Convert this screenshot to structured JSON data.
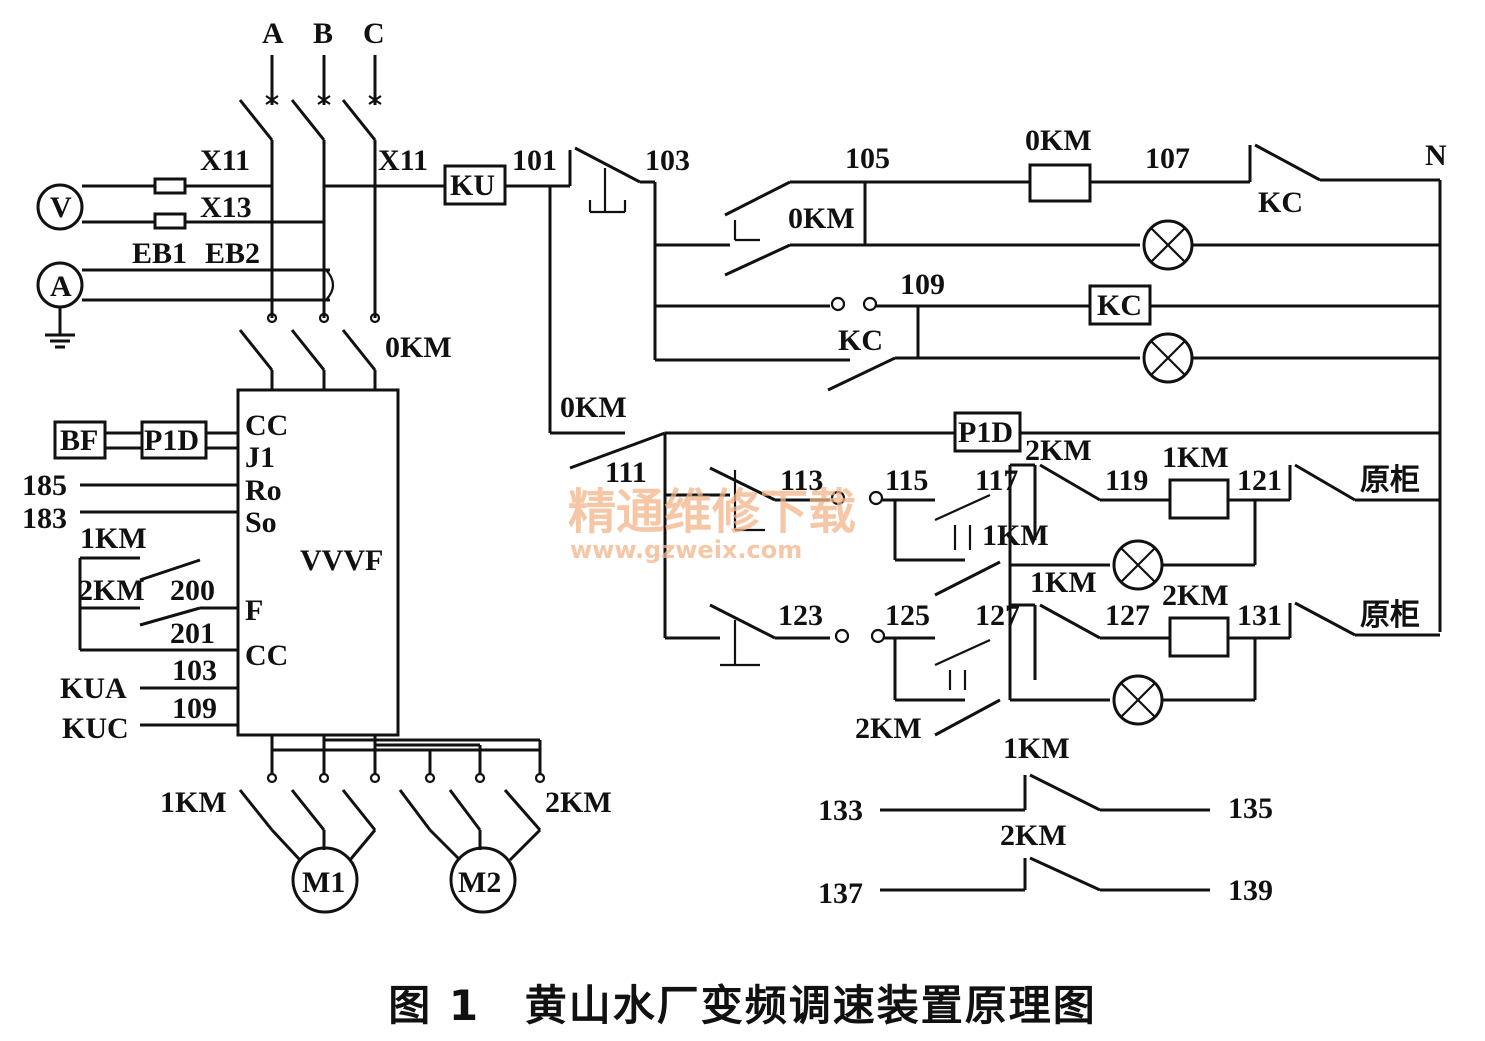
{
  "labels": {
    "phase_a": "A",
    "phase_b": "B",
    "phase_c": "C",
    "x11_left": "X11",
    "x13": "X13",
    "x11_right": "X11",
    "voltmeter": "V",
    "ammeter": "A",
    "eb1": "EB1",
    "eb2": "EB2",
    "ku": "KU",
    "n101": "101",
    "n103": "103",
    "n105": "105",
    "okm_coil_top": "0KM",
    "n107": "107",
    "neutral": "N",
    "kc_top": "KC",
    "okm_contact": "0KM",
    "n109": "109",
    "kc_coil": "KC",
    "kc_contact": "KC",
    "okm_main": "0KM",
    "okm_branch": "0KM",
    "bf": "BF",
    "p1d_left": "P1D",
    "cc_top": "CC",
    "j1": "J1",
    "n185": "185",
    "ro": "Ro",
    "n183": "183",
    "so": "So",
    "vvvf": "VVVF",
    "km1_left": "1KM",
    "km2_left": "2KM",
    "n200": "200",
    "f": "F",
    "n201": "201",
    "cc_bottom": "CC",
    "n103_left": "103",
    "kua": "KUA",
    "n109_left": "109",
    "kuc": "KUC",
    "km1_motor": "1KM",
    "km2_motor": "2KM",
    "m1": "M1",
    "m2": "M2",
    "p1d_right": "P1D",
    "n111": "111",
    "n113": "113",
    "n115": "115",
    "n117": "117",
    "km2_top": "2KM",
    "n119": "119",
    "km1_coil": "1KM",
    "n121": "121",
    "yuangui1": "原柜",
    "km1_mid": "1KM",
    "km1_row2": "1KM",
    "n123": "123",
    "n125": "125",
    "n127": "127",
    "n127b": "127",
    "km2_coil": "2KM",
    "n131": "131",
    "yuangui2": "原柜",
    "km2_bottom": "2KM",
    "km1_aux": "1KM",
    "n133": "133",
    "n135": "135",
    "km2_aux": "2KM",
    "n137": "137",
    "n139": "139"
  },
  "watermark": {
    "cn": "精通维修下载",
    "url": "www.gzweix.com"
  },
  "caption": {
    "fig": "图 1",
    "title": "黄山水厂变频调速装置原理图"
  }
}
